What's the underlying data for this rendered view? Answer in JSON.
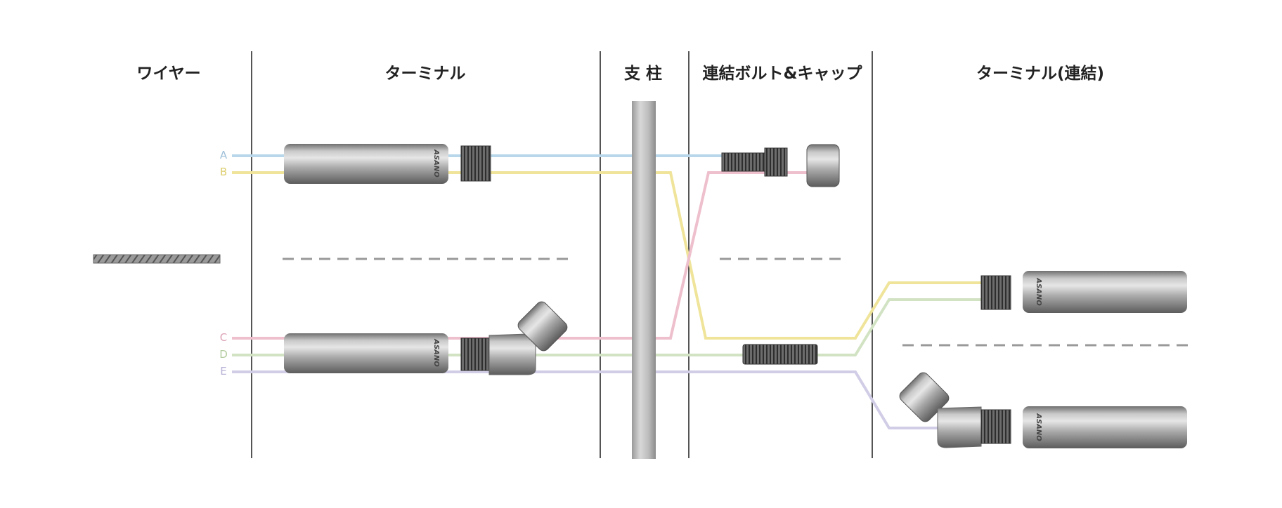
{
  "headers": {
    "wire": "ワイヤー",
    "terminal": "ターミナル",
    "post": "支 柱",
    "bolt_cap": "連結ボルト&キャップ",
    "terminal_link": "ターミナル(連結)"
  },
  "routes": [
    {
      "label": "A",
      "color": "#b9d7ea"
    },
    {
      "label": "B",
      "color": "#efe49a"
    },
    {
      "label": "C",
      "color": "#eebfcc"
    },
    {
      "label": "D",
      "color": "#d2e3c4"
    },
    {
      "label": "E",
      "color": "#d2cde6"
    }
  ],
  "brand": "ASANO"
}
